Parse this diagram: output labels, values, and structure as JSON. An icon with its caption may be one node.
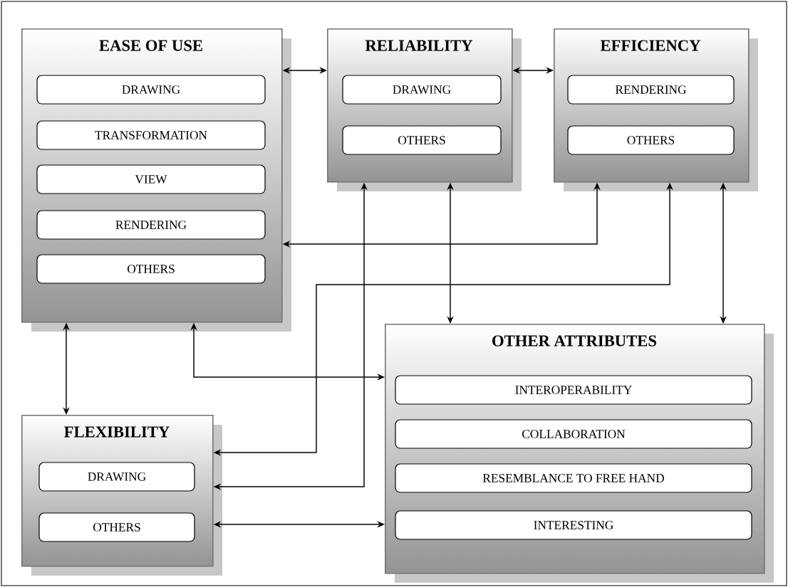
{
  "diagram": {
    "nodes": [
      {
        "text": [
          "EASE OF USE"
        ]
      },
      {
        "text": [
          "DRAWING"
        ],
        "in": 0
      },
      {
        "text": [
          "TRANSFORMATION"
        ],
        "in": 0
      },
      {
        "text": [
          "VIEW"
        ],
        "in": 0
      },
      {
        "text": [
          "RENDERING"
        ],
        "in": 0
      },
      {
        "text": [
          "OTHERS"
        ],
        "in": 0
      },
      {
        "text": [
          "RELIABILITY"
        ]
      },
      {
        "text": [
          "DRAWING"
        ],
        "in": 6
      },
      {
        "text": [
          "OTHERS"
        ],
        "in": 6
      },
      {
        "text": [
          "EFFICIENCY"
        ]
      },
      {
        "text": [
          "RENDERING"
        ],
        "in": 9
      },
      {
        "text": [
          "OTHERS"
        ],
        "in": 9
      },
      {
        "text": [
          "OTHER ATTRIBUTES"
        ]
      },
      {
        "text": [
          "INTEROPERABILITY"
        ],
        "in": 12
      },
      {
        "text": [
          "COLLABORATION"
        ],
        "in": 12
      },
      {
        "text": [
          "RESEMBLANCE TO FREE HAND"
        ],
        "in": 12
      },
      {
        "text": [
          "INTERESTING"
        ],
        "in": 12
      },
      {
        "text": [
          "FLEXIBILITY"
        ]
      },
      {
        "text": [
          "DRAWING"
        ],
        "in": 17
      },
      {
        "text": [
          "OTHERS"
        ],
        "in": 17
      }
    ],
    "edges": [
      {
        "from": 0,
        "to": 6,
        "arrow": "both"
      },
      {
        "from": 6,
        "to": 9,
        "arrow": "both"
      },
      {
        "from": 9,
        "to": 0,
        "arrow": "both"
      },
      {
        "from": 9,
        "to": 17,
        "arrow": "both"
      },
      {
        "from": 6,
        "to": 17,
        "arrow": "both"
      },
      {
        "from": 6,
        "to": 12,
        "arrow": "both"
      },
      {
        "from": 9,
        "to": 12,
        "arrow": "both"
      },
      {
        "from": 0,
        "to": 12,
        "arrow": "both"
      },
      {
        "from": 0,
        "to": 17,
        "arrow": "both"
      },
      {
        "from": 17,
        "to": 12,
        "arrow": "both"
      }
    ]
  }
}
